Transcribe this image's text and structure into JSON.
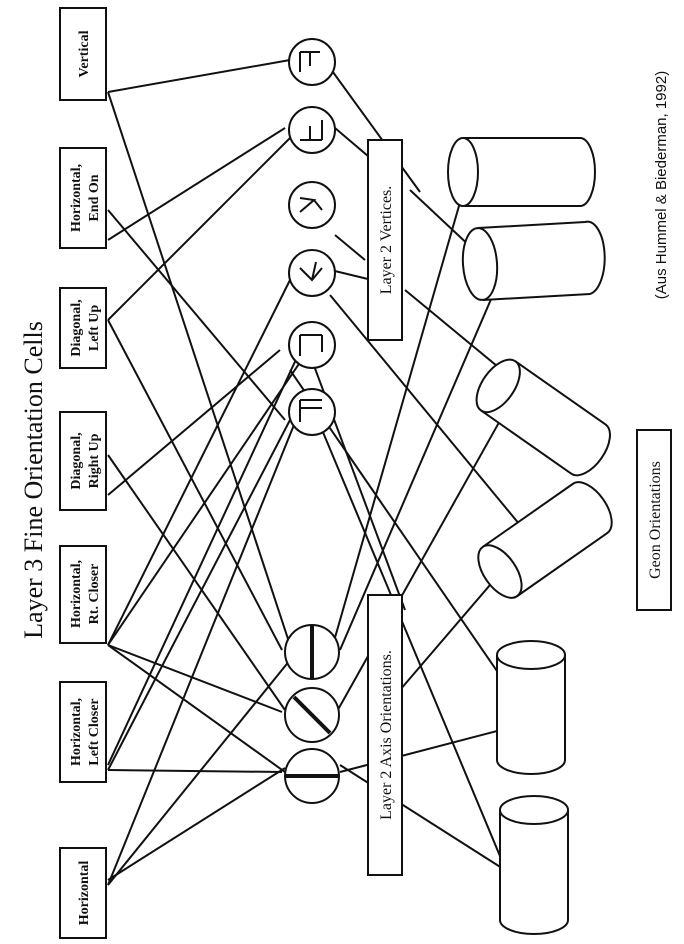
{
  "title": "Layer 3 Fine Orientation Cells",
  "credit": "(Aus Hummel & Biederman, 1992)",
  "layer3_cells": [
    {
      "lines": [
        "Horizontal"
      ]
    },
    {
      "lines": [
        "Horizontal,",
        "Left Closer"
      ]
    },
    {
      "lines": [
        "Horizontal,",
        "Rt. Closer"
      ]
    },
    {
      "lines": [
        "Diagonal,",
        "Right Up"
      ]
    },
    {
      "lines": [
        "Diagonal,",
        "Left Up"
      ]
    },
    {
      "lines": [
        "Horizontal,",
        "End On"
      ]
    },
    {
      "lines": [
        "Vertical"
      ]
    }
  ],
  "vertices_label": "Layer 2 Vertices.",
  "axis_label": "Layer 2 Axis Orientations.",
  "geon_label": "Geon Orientations",
  "vertex_icons": [
    "L-shape",
    "fork-shape",
    "arrow-shape",
    "fork-shape",
    "T-shape",
    "T-shape"
  ],
  "axis_icons": [
    "horizontal-axis",
    "diagonal-axis",
    "vertical-axis"
  ],
  "geons": [
    "cylinder",
    "cylinder",
    "cylinder",
    "cylinder",
    "cylinder",
    "cylinder"
  ],
  "colors": {
    "ink": "#111111",
    "background": "#ffffff"
  }
}
